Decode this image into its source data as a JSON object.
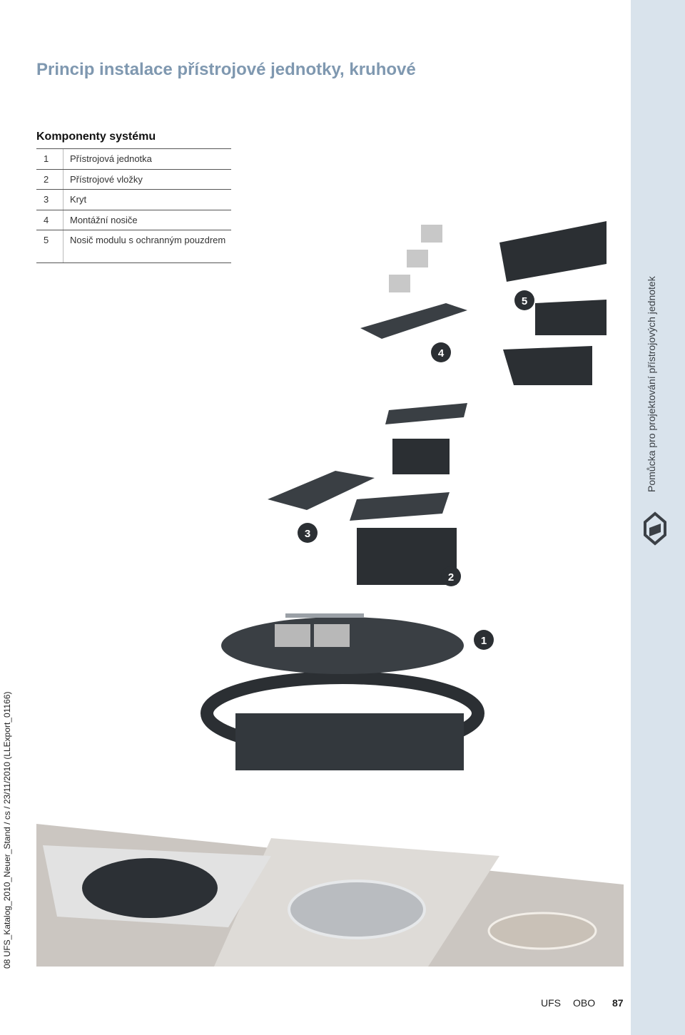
{
  "page": {
    "title": "Princip instalace přístrojové jednotky, kruhové",
    "side_label": "Pomůcka pro projektování přístrojových jednotek",
    "left_meta": "08 UFS_Katalog_2010_Neuer_Stand / cs / 23/11/2010 (LLExport_01166)"
  },
  "components": {
    "heading": "Komponenty systému",
    "items": [
      {
        "num": "1",
        "label": "Přístrojová jednotka"
      },
      {
        "num": "2",
        "label": "Přístrojové vložky"
      },
      {
        "num": "3",
        "label": "Kryt"
      },
      {
        "num": "4",
        "label": "Montážní nosiče"
      },
      {
        "num": "5",
        "label": "Nosič modulu s ochranným pouzdrem"
      }
    ]
  },
  "illustration": {
    "markers": [
      "1",
      "2",
      "3",
      "4",
      "5"
    ]
  },
  "footer": {
    "section": "UFS",
    "brand": "OBO",
    "page_number": "87"
  },
  "colors": {
    "title": "#7f98b0",
    "side_band": "#d9e3ec",
    "parts": "#2b2f33",
    "concrete": "#c9c4bf"
  }
}
